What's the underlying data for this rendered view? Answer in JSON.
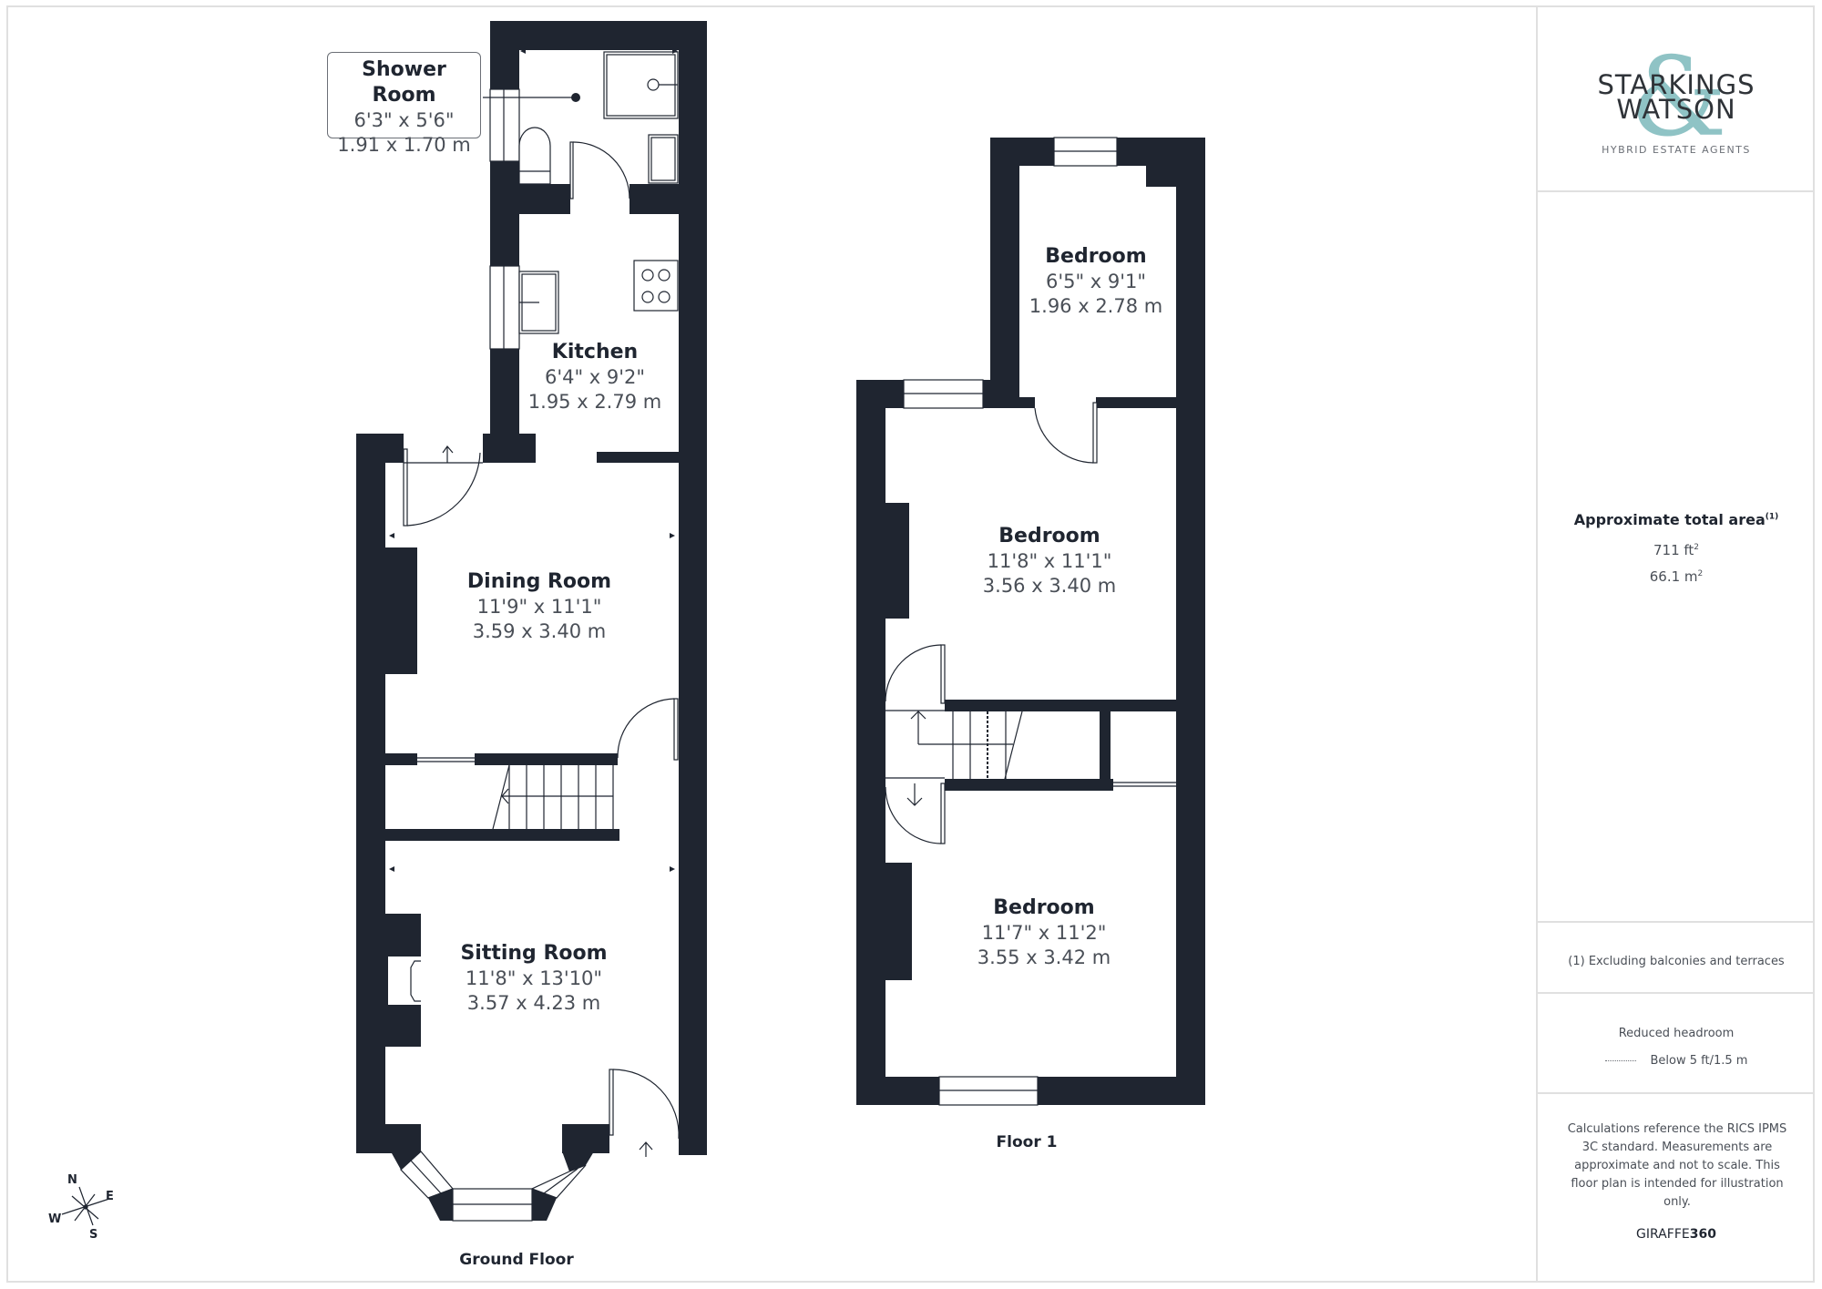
{
  "colors": {
    "wall": "#1f2530",
    "accent": "#8fc3c5",
    "border": "#e0e0e0",
    "text_secondary": "#4a4f57"
  },
  "ground_floor": {
    "label": "Ground Floor",
    "rooms": [
      {
        "name": "Shower Room",
        "imperial": "6'3\" x 5'6\"",
        "metric": "1.91 x 1.70 m"
      },
      {
        "name": "Kitchen",
        "imperial": "6'4\" x 9'2\"",
        "metric": "1.95 x 2.79 m"
      },
      {
        "name": "Dining Room",
        "imperial": "11'9\" x 11'1\"",
        "metric": "3.59 x 3.40 m"
      },
      {
        "name": "Sitting Room",
        "imperial": "11'8\" x 13'10\"",
        "metric": "3.57 x 4.23 m"
      }
    ]
  },
  "floor_1": {
    "label": "Floor 1",
    "rooms": [
      {
        "name": "Bedroom",
        "imperial": "6'5\" x 9'1\"",
        "metric": "1.96 x 2.78 m"
      },
      {
        "name": "Bedroom",
        "imperial": "11'8\" x 11'1\"",
        "metric": "3.56 x 3.40 m"
      },
      {
        "name": "Bedroom",
        "imperial": "11'7\" x 11'2\"",
        "metric": "3.55 x 3.42 m"
      }
    ]
  },
  "compass": {
    "n": "N",
    "e": "E",
    "s": "S",
    "w": "W",
    "icon": "compass-icon"
  },
  "sidebar": {
    "logo": {
      "line1": "STARKINGS",
      "line2": "WATSON",
      "ampersand": "&",
      "tagline": "HYBRID ESTATE AGENTS"
    },
    "area": {
      "title": "Approximate total area",
      "footnote_mark": "(1)",
      "sqft": "711 ft",
      "sqft_unit_sup": "2",
      "sqm": "66.1 m",
      "sqm_unit_sup": "2"
    },
    "footnote": "(1) Excluding balconies and terraces",
    "headroom": {
      "title": "Reduced headroom",
      "legend": "Below 5 ft/1.5 m"
    },
    "disclaimer": "Calculations reference the RICS IPMS 3C standard. Measurements are approximate and not to scale. This floor plan is intended for illustration only.",
    "brand": {
      "light": "GIRAFFE",
      "bold": "360"
    }
  }
}
